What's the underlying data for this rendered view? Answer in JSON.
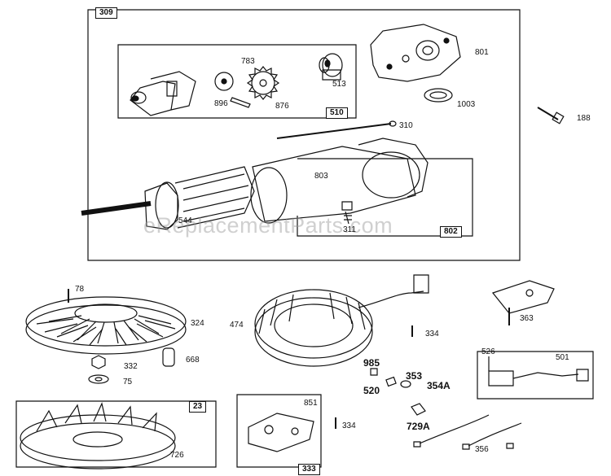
{
  "watermark": "eReplacementParts.com",
  "colors": {
    "ink": "#111111",
    "background": "#ffffff",
    "watermark": "#969696"
  },
  "groups": {
    "g309": "309",
    "g510": "510",
    "g802": "802",
    "g23": "23",
    "g333": "333"
  },
  "parts": {
    "p801": "801",
    "p783": "783",
    "p513": "513",
    "p896": "896",
    "p876": "876",
    "p1003": "1003",
    "p188": "188",
    "p310": "310",
    "p803": "803",
    "p544": "544",
    "p311": "311",
    "p78": "78",
    "p324": "324",
    "p474": "474",
    "p334a": "334",
    "p363": "363",
    "p332": "332",
    "p668": "668",
    "p75": "75",
    "p985": "985",
    "p353": "353",
    "p354A": "354A",
    "p520": "520",
    "p526": "526",
    "p501": "501",
    "p851": "851",
    "p334b": "334",
    "p729A": "729A",
    "p726": "726",
    "p356": "356"
  }
}
